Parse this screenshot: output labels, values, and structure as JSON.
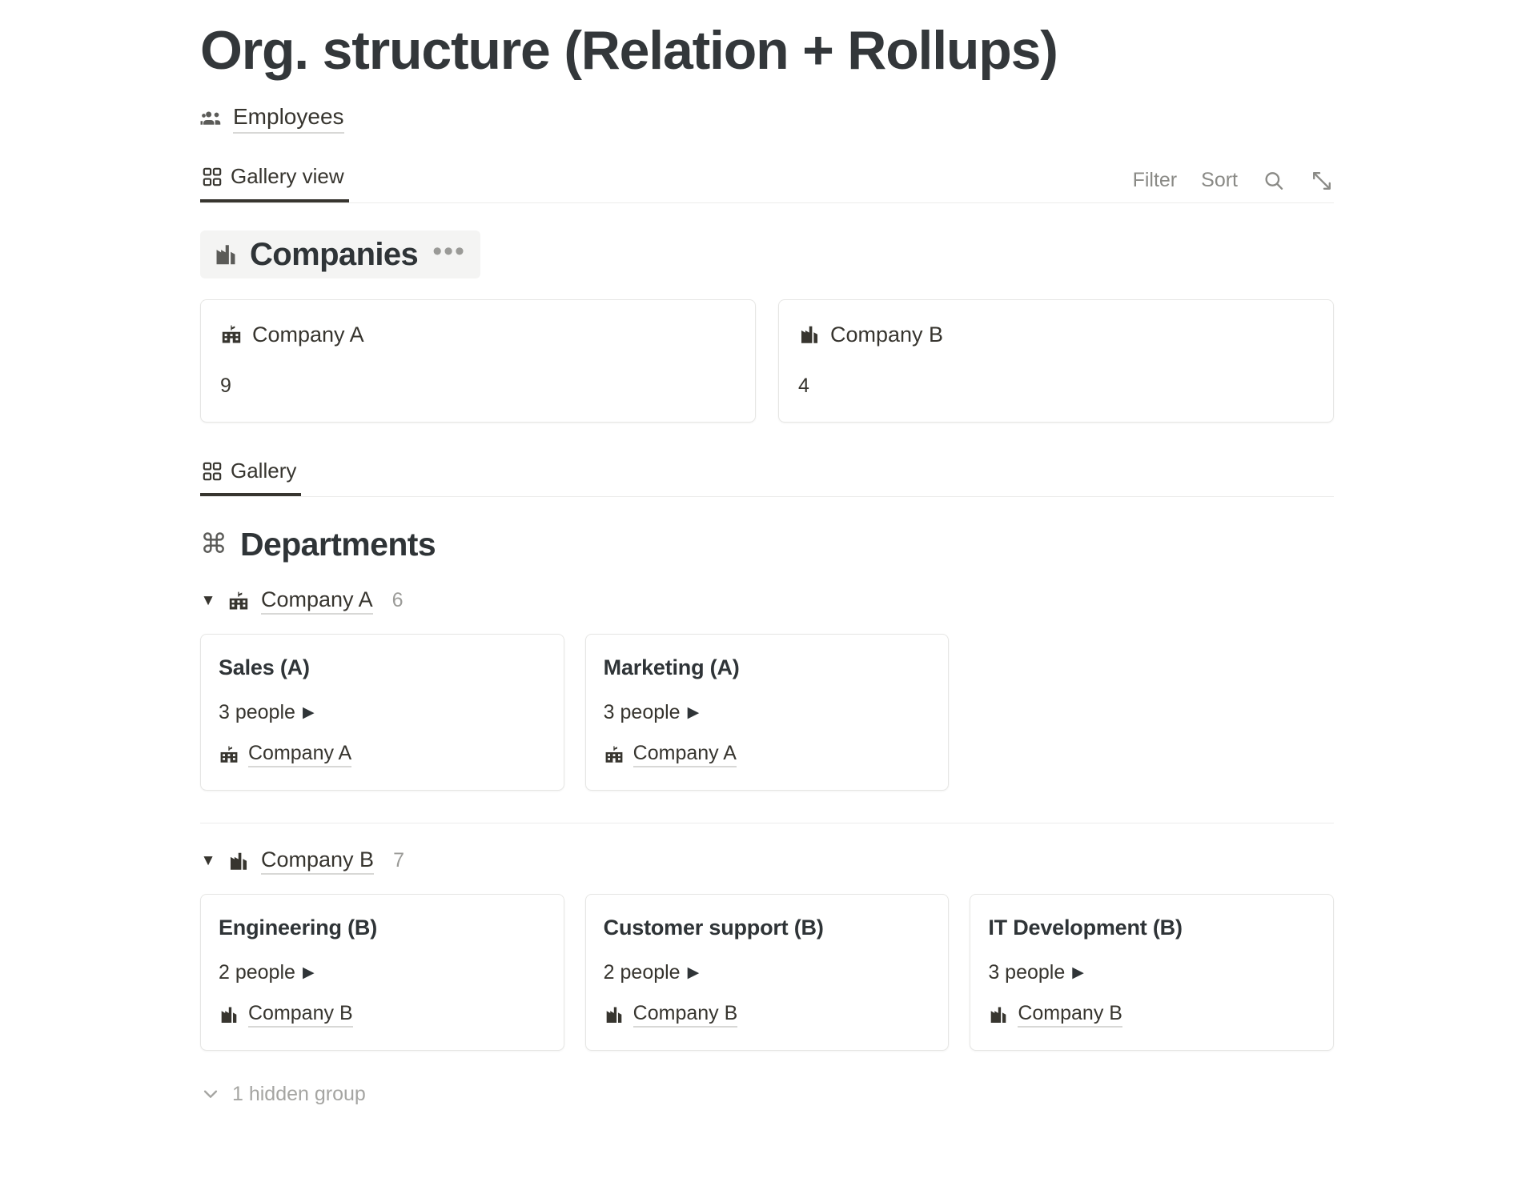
{
  "page": {
    "title": "Org. structure (Relation + Rollups)"
  },
  "breadcrumb": {
    "icon": "people-icon",
    "label": "Employees"
  },
  "toolbar": {
    "tab": {
      "icon": "gallery-grid-icon",
      "label": "Gallery view"
    },
    "filter_label": "Filter",
    "sort_label": "Sort",
    "search_icon": "search-icon",
    "expand_icon": "expand-diagonal-icon"
  },
  "companies_section": {
    "icon": "factory-icon",
    "title": "Companies",
    "more_dots": "•••",
    "cards": [
      {
        "icon": "city-building-icon",
        "name": "Company A",
        "value": "9"
      },
      {
        "icon": "factory-icon",
        "name": "Company B",
        "value": "4"
      }
    ]
  },
  "gallery_toolbar": {
    "tab": {
      "icon": "gallery-grid-icon",
      "label": "Gallery"
    }
  },
  "departments_section": {
    "icon": "command-loop-icon",
    "title": "Departments",
    "groups": [
      {
        "caret": "▼",
        "icon": "city-building-icon",
        "name": "Company A",
        "count": "6",
        "cards": [
          {
            "title": "Sales (A)",
            "people": "3 people",
            "play": "▶",
            "relation_icon": "city-building-icon",
            "relation": "Company A"
          },
          {
            "title": "Marketing (A)",
            "people": "3 people",
            "play": "▶",
            "relation_icon": "city-building-icon",
            "relation": "Company A"
          }
        ]
      },
      {
        "caret": "▼",
        "icon": "factory-icon",
        "name": "Company B",
        "count": "7",
        "cards": [
          {
            "title": "Engineering (B)",
            "people": "2 people",
            "play": "▶",
            "relation_icon": "factory-icon",
            "relation": "Company B"
          },
          {
            "title": "Customer support (B)",
            "people": "2 people",
            "play": "▶",
            "relation_icon": "factory-icon",
            "relation": "Company B"
          },
          {
            "title": "IT Development (B)",
            "people": "3 people",
            "play": "▶",
            "relation_icon": "factory-icon",
            "relation": "Company B"
          }
        ]
      }
    ],
    "hidden_group_label": "1 hidden group"
  },
  "colors": {
    "text": "#37352f",
    "muted": "#9b9b98",
    "card_border": "#e6e6e4",
    "header_bg": "#f4f4f3",
    "accent_underline": "#37352f"
  }
}
